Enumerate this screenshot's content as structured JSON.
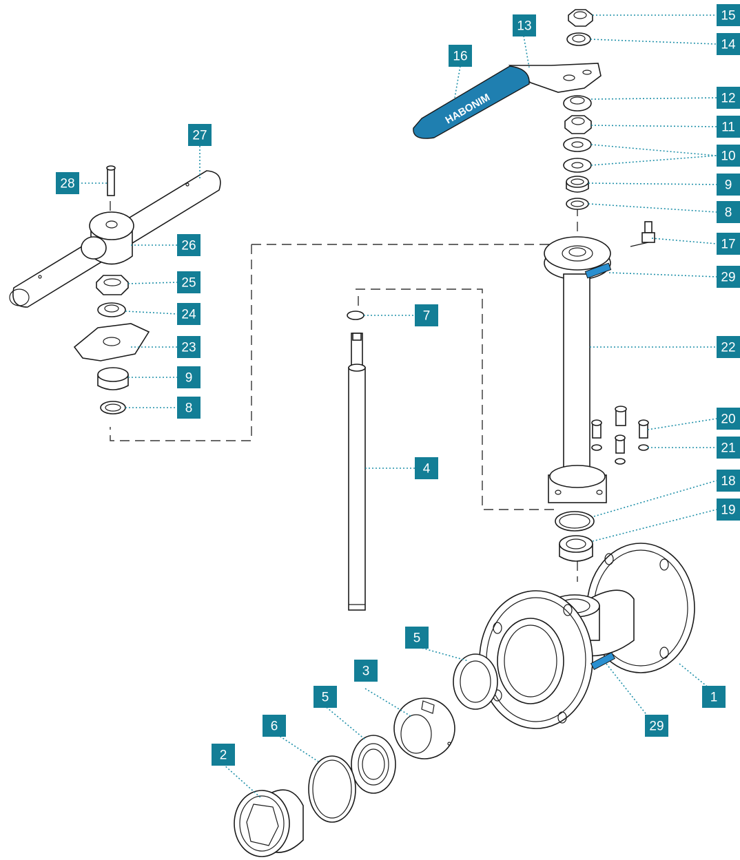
{
  "brand_text": "HABONIM",
  "colors": {
    "callout": "#137e96",
    "leader": "#1d8fa8",
    "handle": "#1f7fb0"
  },
  "callouts": [
    "15",
    "14",
    "13",
    "16",
    "12",
    "11",
    "10",
    "9",
    "8",
    "17",
    "29",
    "22",
    "20",
    "21",
    "18",
    "19",
    "1",
    "29",
    "5",
    "3",
    "5",
    "6",
    "2",
    "27",
    "28",
    "26",
    "25",
    "24",
    "23",
    "9",
    "8",
    "7",
    "4"
  ]
}
